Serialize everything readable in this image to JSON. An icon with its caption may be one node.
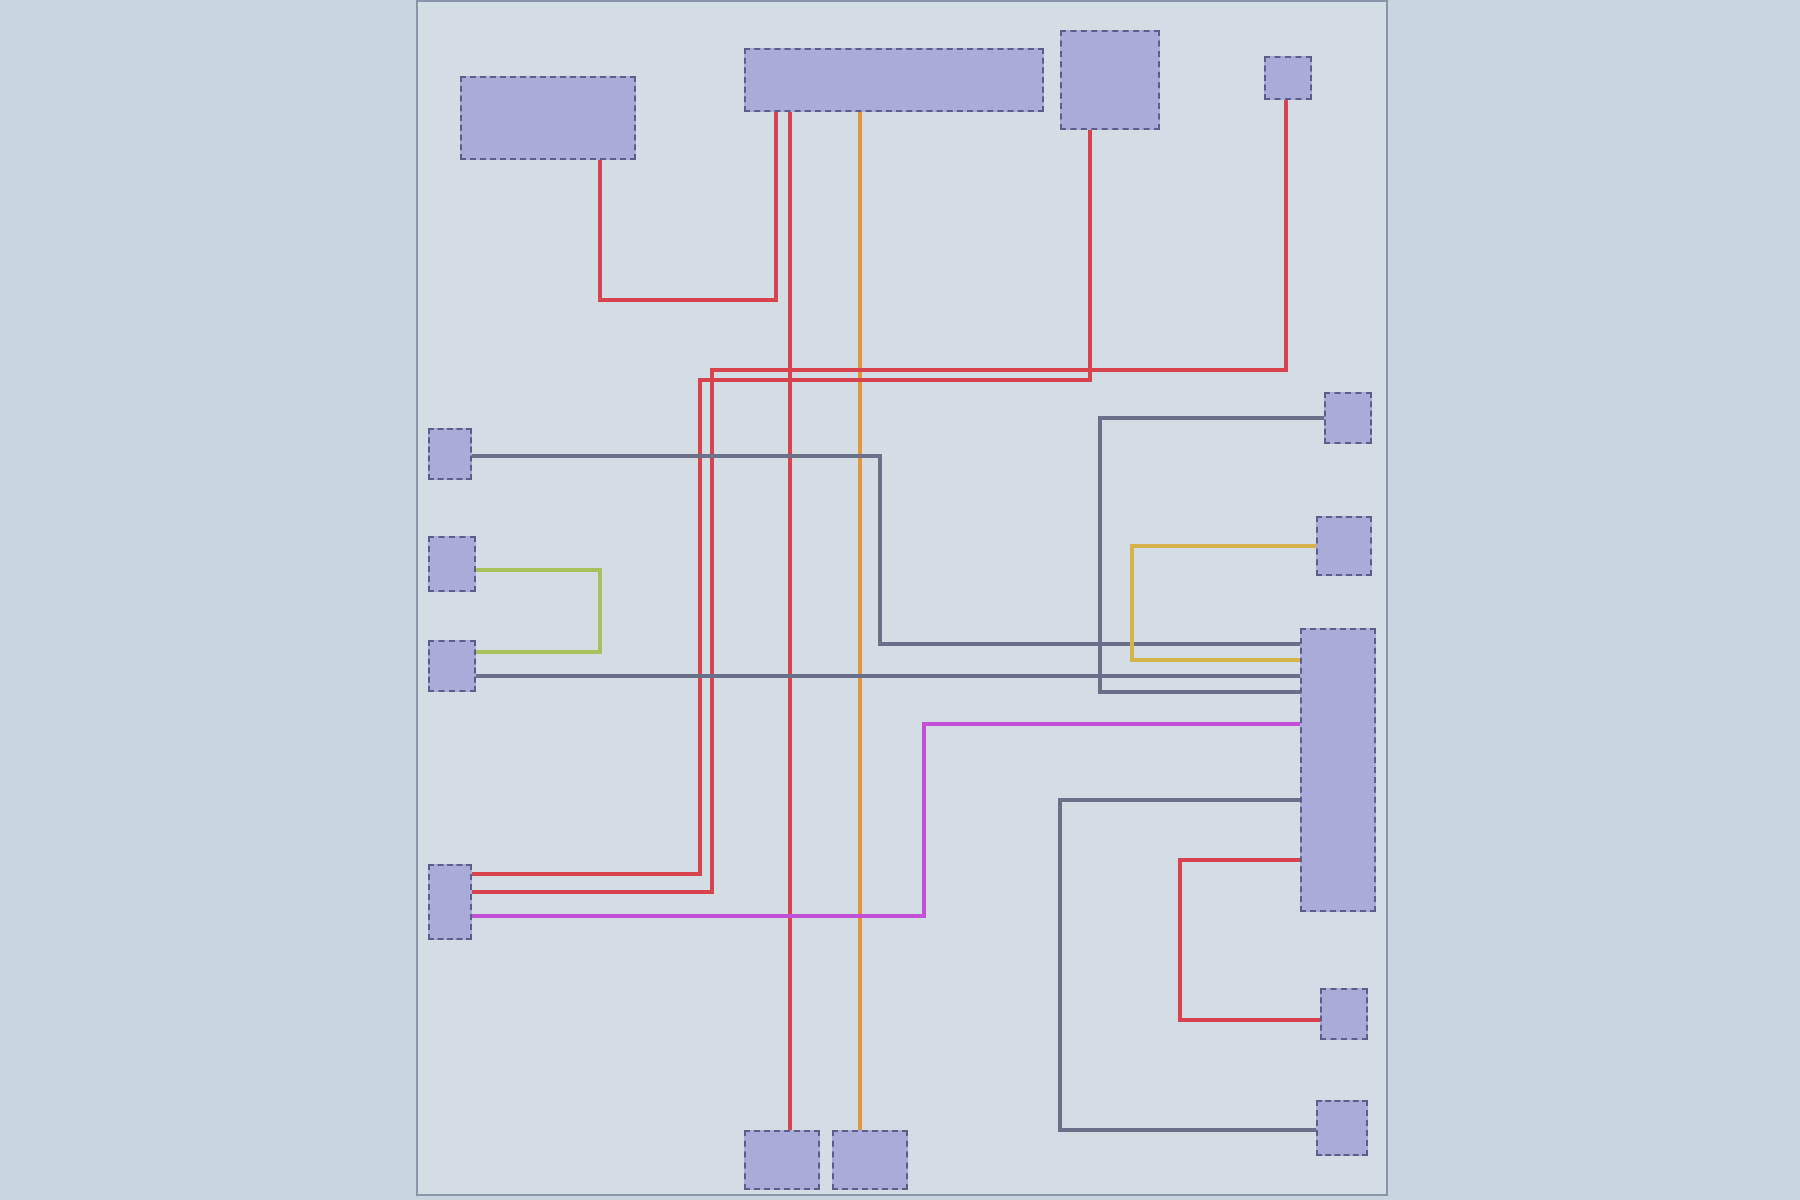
{
  "diagram": {
    "nodes": [
      {
        "text": [],
        "shape": "box"
      },
      {
        "text": [],
        "shape": "box"
      },
      {
        "text": [],
        "shape": "box"
      },
      {
        "text": [],
        "shape": "box"
      },
      {
        "text": [],
        "shape": "box"
      },
      {
        "text": [],
        "shape": "box"
      },
      {
        "text": [],
        "shape": "box"
      },
      {
        "text": [],
        "shape": "box"
      },
      {
        "text": [],
        "shape": "box"
      },
      {
        "text": [],
        "shape": "box"
      },
      {
        "text": [],
        "shape": "box"
      },
      {
        "text": [],
        "shape": "box"
      },
      {
        "text": [],
        "shape": "box"
      },
      {
        "text": [],
        "shape": "box"
      },
      {
        "text": [],
        "shape": "box"
      }
    ],
    "edges": [
      {
        "from": 0,
        "to": 1,
        "arrow": "none",
        "color": "#d9434e"
      },
      {
        "from": 1,
        "to": 13,
        "arrow": "none",
        "color": "#d9434e"
      },
      {
        "from": 1,
        "to": 14,
        "arrow": "none",
        "color": "#e0953e"
      },
      {
        "from": 2,
        "to": 7,
        "arrow": "none",
        "color": "#d9434e"
      },
      {
        "from": 3,
        "to": 7,
        "arrow": "none",
        "color": "#d9434e"
      },
      {
        "from": 4,
        "to": 10,
        "arrow": "none",
        "color": "#6a6f8a"
      },
      {
        "from": 5,
        "to": 6,
        "arrow": "none",
        "color": "#a6c25a"
      },
      {
        "from": 6,
        "to": 10,
        "arrow": "none",
        "color": "#6a6f8a"
      },
      {
        "from": 7,
        "to": 10,
        "arrow": "none",
        "color": "#c24fd6"
      },
      {
        "from": 8,
        "to": 10,
        "arrow": "none",
        "color": "#6a6f8a"
      },
      {
        "from": 9,
        "to": 10,
        "arrow": "none",
        "color": "#d6b24a"
      },
      {
        "from": 11,
        "to": 10,
        "arrow": "none",
        "color": "#d9434e"
      },
      {
        "from": 12,
        "to": 10,
        "arrow": "none",
        "color": "#6a6f8a"
      }
    ]
  }
}
